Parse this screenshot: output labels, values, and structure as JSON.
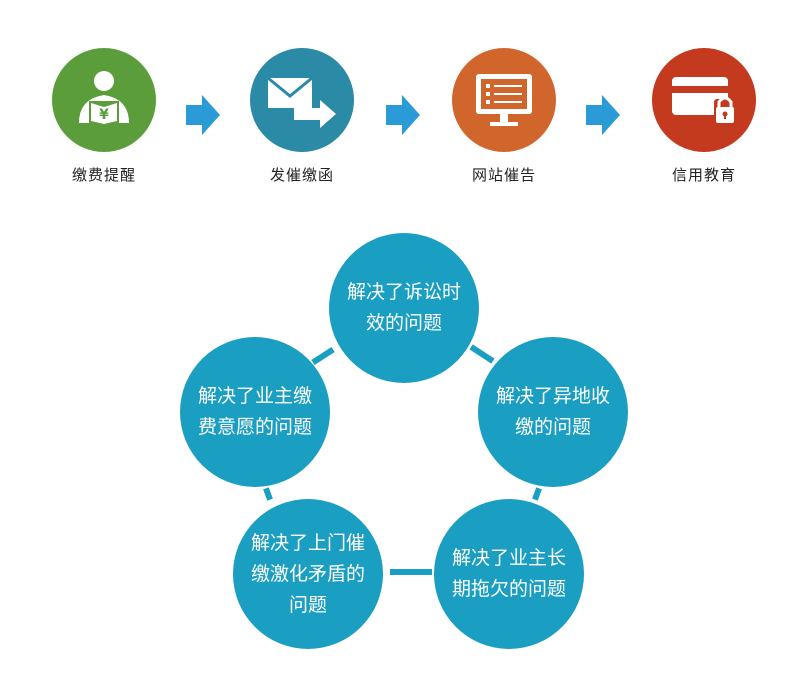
{
  "steps": [
    {
      "label": "缴费提醒",
      "icon": "reader-yen-icon",
      "color": "#5a9d3a"
    },
    {
      "label": "发催缴函",
      "icon": "mail-send-icon",
      "color": "#2b8aa6"
    },
    {
      "label": "网站催告",
      "icon": "monitor-list-icon",
      "color": "#d0662c"
    },
    {
      "label": "信用教育",
      "icon": "card-lock-icon",
      "color": "#c43a1f"
    }
  ],
  "arrow_color": "#2a9bd6",
  "bubble_color": "#1a9ec2",
  "bubbles": [
    {
      "text": "解决了诉讼时效的问题"
    },
    {
      "text": "解决了异地收缴的问题"
    },
    {
      "text": "解决了业主长期拖欠的问题"
    },
    {
      "text": "解决了上门催缴激化矛盾的问题"
    },
    {
      "text": "解决了业主缴费意愿的问题"
    }
  ]
}
